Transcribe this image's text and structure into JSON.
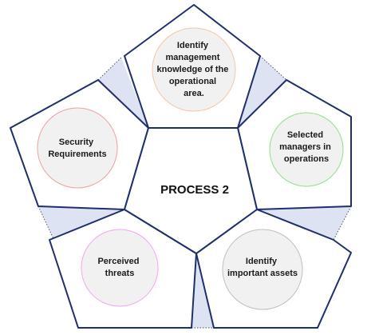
{
  "center": {
    "title": "PROCESS 2"
  },
  "nodes": [
    {
      "id": "top",
      "lines": [
        "Identify",
        "management",
        "knowledge of the",
        "operational",
        "area."
      ],
      "circle_color": "#f4c7a6"
    },
    {
      "id": "right",
      "lines": [
        "Selected",
        "managers in",
        "operations"
      ],
      "circle_color": "#8fe08a"
    },
    {
      "id": "bottom-right",
      "lines": [
        "Identify",
        "important assets"
      ],
      "circle_color": "#bfbfbf"
    },
    {
      "id": "bottom-left",
      "lines": [
        "Perceived",
        "threats"
      ],
      "circle_color": "#f2a6f0"
    },
    {
      "id": "left",
      "lines": [
        "Security",
        "Requirements"
      ],
      "circle_color": "#f2a0a0"
    }
  ],
  "colors": {
    "outline": "#1f2f6b",
    "connector_fill": "#dde3f3",
    "circle_fill": "#f1f1f1"
  }
}
